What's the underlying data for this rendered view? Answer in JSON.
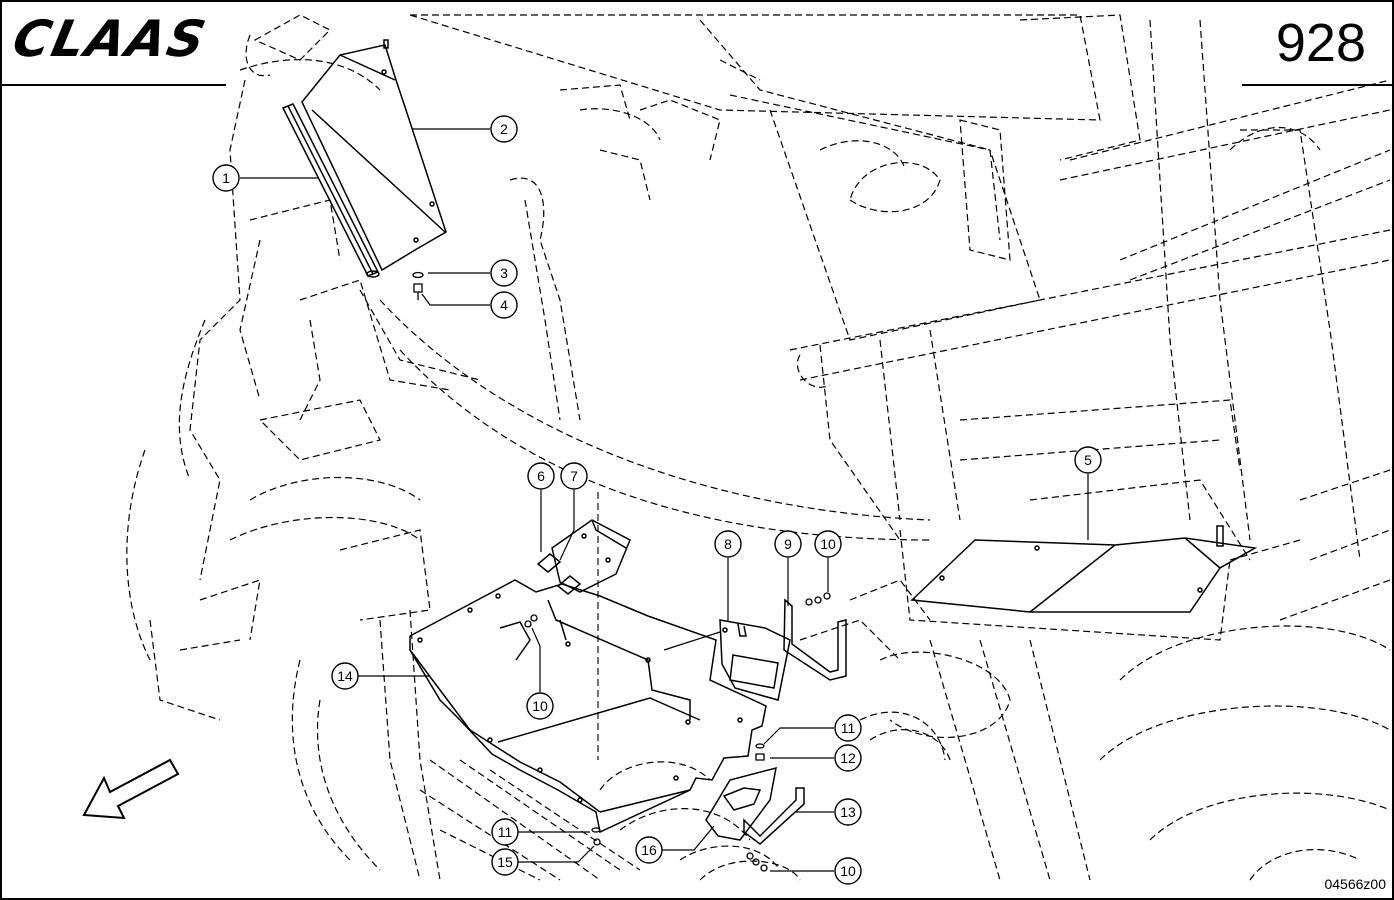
{
  "header": {
    "brand": "CLAAS",
    "page_number": "928"
  },
  "footer": {
    "drawing_ref": "04566z00"
  },
  "callouts": [
    {
      "id": "c1",
      "label": "1"
    },
    {
      "id": "c2",
      "label": "2"
    },
    {
      "id": "c3",
      "label": "3"
    },
    {
      "id": "c4",
      "label": "4"
    },
    {
      "id": "c5",
      "label": "5"
    },
    {
      "id": "c6",
      "label": "6"
    },
    {
      "id": "c7",
      "label": "7"
    },
    {
      "id": "c8",
      "label": "8"
    },
    {
      "id": "c9",
      "label": "9"
    },
    {
      "id": "c10a",
      "label": "10"
    },
    {
      "id": "c10b",
      "label": "10"
    },
    {
      "id": "c10c",
      "label": "10"
    },
    {
      "id": "c11a",
      "label": "11"
    },
    {
      "id": "c11b",
      "label": "11"
    },
    {
      "id": "c12",
      "label": "12"
    },
    {
      "id": "c13",
      "label": "13"
    },
    {
      "id": "c14",
      "label": "14"
    },
    {
      "id": "c15",
      "label": "15"
    },
    {
      "id": "c16",
      "label": "16"
    }
  ],
  "colors": {
    "line": "#000000",
    "background": "#ffffff"
  }
}
